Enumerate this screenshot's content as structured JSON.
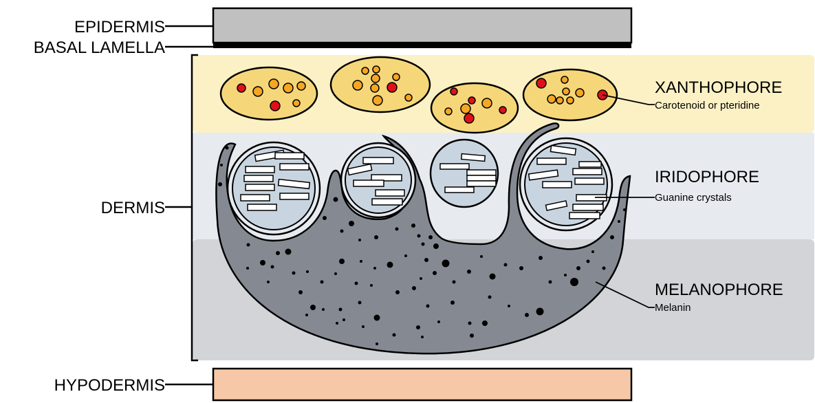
{
  "layers": {
    "epidermis": "EPIDERMIS",
    "basal_lamella": "BASAL LAMELLA",
    "dermis": "DERMIS",
    "hypodermis": "HYPODERMIS"
  },
  "cells": [
    {
      "id": "xanthophore",
      "title": "XANTHOPHORE",
      "subtitle": "Carotenoid or pteridine"
    },
    {
      "id": "iridophore",
      "title": "IRIDOPHORE",
      "subtitle": "Guanine crystals"
    },
    {
      "id": "melanophore",
      "title": "MELANOPHORE",
      "subtitle": "Melanin"
    }
  ],
  "colors": {
    "epidermis": "#c0c0c0",
    "xanthophore_zone": "#fbf1c5",
    "xanthophore_cell": "#f5d77a",
    "carotenoid_orange": "#f5a623",
    "pteridine_red": "#e0101a",
    "iridophore_zone": "#e7ebf0",
    "iridophore_cell": "#c8d5e0",
    "melanophore_zone": "#d2d4d8",
    "melanophore_cell": "#858a92",
    "hypodermis": "#f7c8a8"
  }
}
